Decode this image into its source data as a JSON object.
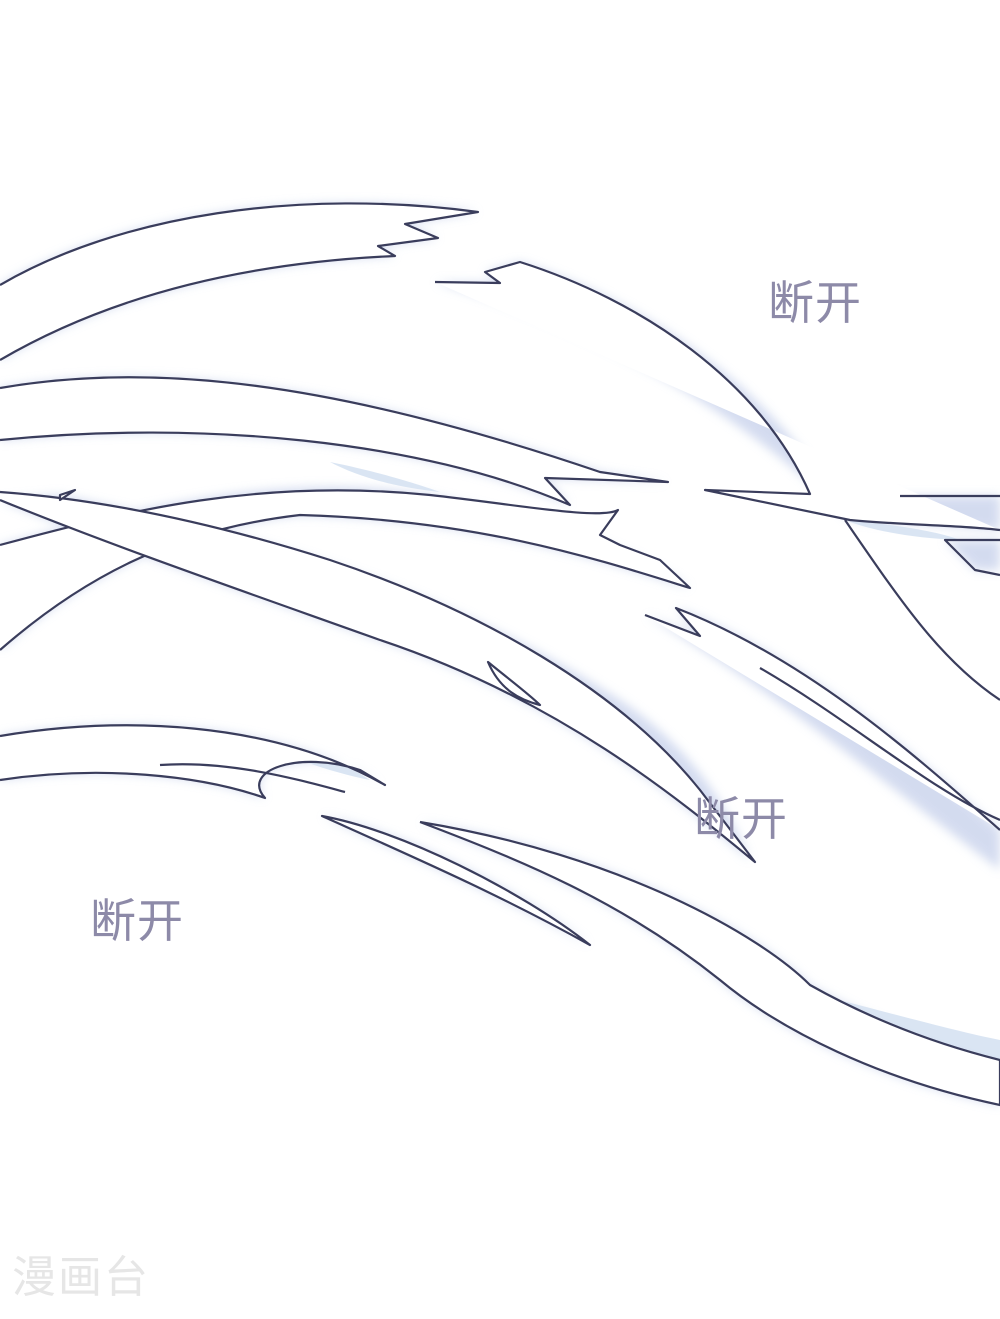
{
  "sound_effects": [
    "断开",
    "断开",
    "断开"
  ],
  "watermark": "漫画台",
  "colors": {
    "background": "#ffffff",
    "ribbon_fill": "#ffffff",
    "ribbon_outline": "#3a3d5c",
    "ribbon_glow": "#c9d3ec",
    "ribbon_shade": "#d6e2f2",
    "sfx_text": "#8d8aa8",
    "watermark_text": "#e6e6e6"
  }
}
